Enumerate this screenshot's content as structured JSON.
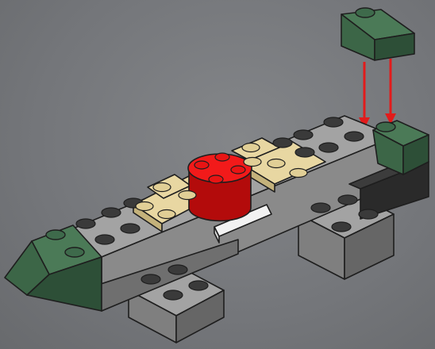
{
  "scene": {
    "subject": "brick-model-build-step",
    "background_color": "#77797c"
  },
  "colors": {
    "gray_top": "#a3a3a3",
    "gray_left": "#7f7f7f",
    "gray_right": "#666666",
    "green_top": "#4b7a57",
    "green_left": "#3c6647",
    "green_right": "#2d4f37",
    "tan_top": "#e8d7a2",
    "tan_side": "#c4b27b",
    "red_top": "#f21a1a",
    "red_side": "#b30b0b",
    "white_plate": "#f2f2f2",
    "arrow": "#e21b1b",
    "stud_dark": "#3a3a3a"
  },
  "callout": {
    "new_part": "green-slope-brick",
    "placement_arrow_count": 2
  }
}
